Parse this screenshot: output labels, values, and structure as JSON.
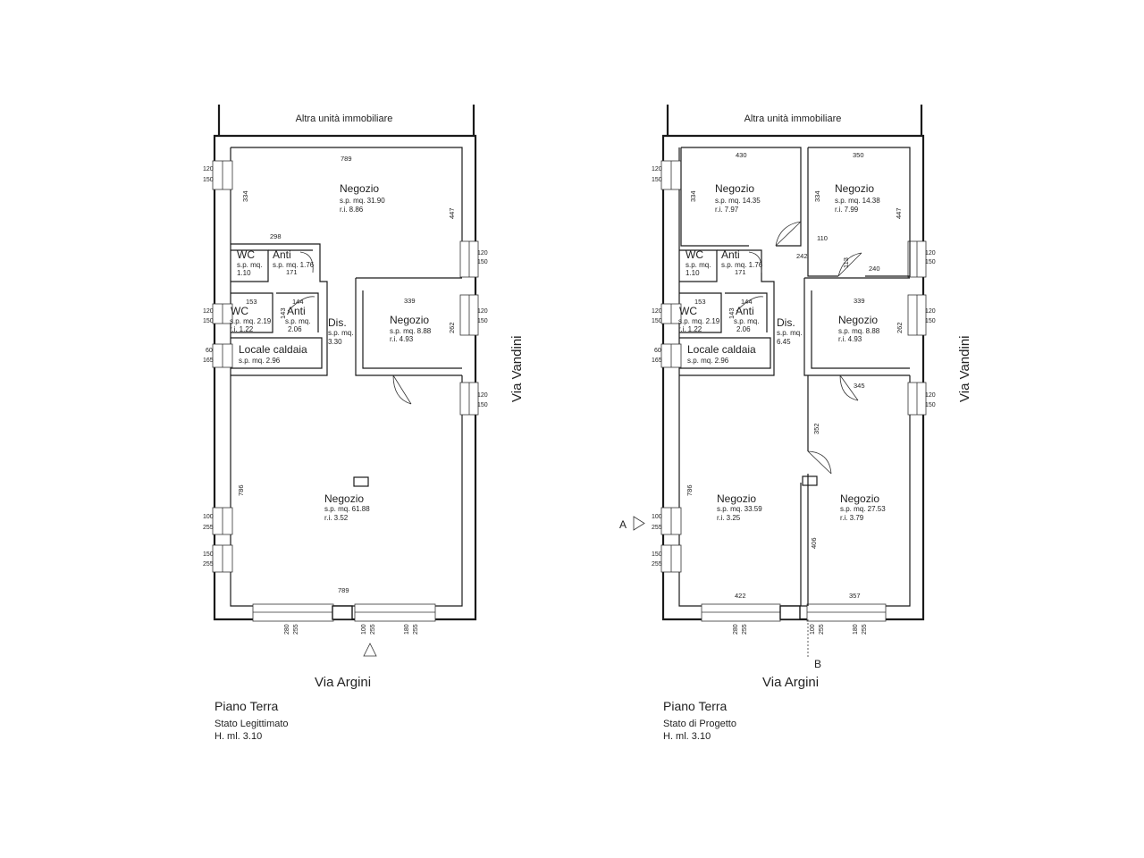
{
  "plans": [
    {
      "other_unit": "Altra unità immobiliare",
      "street_bottom": "Via Argini",
      "street_right": "Via Vandini",
      "caption": {
        "title": "Piano Terra",
        "state": "Stato Legittimato",
        "height": "H. ml. 3.10"
      },
      "rooms": [
        {
          "name": "Negozio",
          "sp": "s.p. mq. 31.90",
          "ri": "r.i. 8.86"
        },
        {
          "name": "WC",
          "sp": "s.p. mq.",
          "ri": "1.10"
        },
        {
          "name": "Anti",
          "sp": "s.p. mq. 1.76",
          "ri": ""
        },
        {
          "name": "WC",
          "sp": "s.p. mq. 2.19",
          "ri": "r.i. 1.22"
        },
        {
          "name": "Anti",
          "sp": "s.p. mq.",
          "ri": "2.06"
        },
        {
          "name": "Dis.",
          "sp": "s.p. mq.",
          "ri": "3.30"
        },
        {
          "name": "Negozio",
          "sp": "s.p. mq. 8.88",
          "ri": "r.i. 4.93"
        },
        {
          "name": "Locale caldaia",
          "sp": "s.p. mq. 2.96",
          "ri": ""
        },
        {
          "name": "Negozio",
          "sp": "s.p. mq. 61.88",
          "ri": "r.i. 3.52"
        }
      ],
      "dims": [
        "789",
        "334",
        "447",
        "298",
        "171",
        "153",
        "144",
        "143",
        "339",
        "262",
        "786",
        "789",
        "120",
        "150",
        "120",
        "150",
        "60",
        "165",
        "100",
        "255",
        "150",
        "255",
        "120",
        "150",
        "120",
        "150",
        "120",
        "150",
        "280",
        "255",
        "100",
        "255",
        "180",
        "255"
      ]
    },
    {
      "other_unit": "Altra unità immobiliare",
      "street_bottom": "Via Argini",
      "street_right": "Via Vandini",
      "caption": {
        "title": "Piano Terra",
        "state": "Stato di Progetto",
        "height": "H. ml. 3.10"
      },
      "section_a": "A",
      "section_b": "B",
      "rooms": [
        {
          "name": "Negozio",
          "sp": "s.p. mq. 14.35",
          "ri": "r.i. 7.97"
        },
        {
          "name": "Negozio",
          "sp": "s.p. mq. 14.38",
          "ri": "r.i. 7.99"
        },
        {
          "name": "WC",
          "sp": "s.p. mq.",
          "ri": "1.10"
        },
        {
          "name": "Anti",
          "sp": "s.p. mq. 1.76",
          "ri": ""
        },
        {
          "name": "WC",
          "sp": "s.p. mq. 2.19",
          "ri": "r.i. 1.22"
        },
        {
          "name": "Anti",
          "sp": "s.p. mq.",
          "ri": "2.06"
        },
        {
          "name": "Dis.",
          "sp": "s.p. mq.",
          "ri": "6.45"
        },
        {
          "name": "Negozio",
          "sp": "s.p. mq. 8.88",
          "ri": "r.i. 4.93"
        },
        {
          "name": "Locale caldaia",
          "sp": "s.p. mq. 2.96",
          "ri": ""
        },
        {
          "name": "Negozio",
          "sp": "s.p. mq. 33.59",
          "ri": "r.i. 3.25"
        },
        {
          "name": "Negozio",
          "sp": "s.p. mq. 27.53",
          "ri": "r.i. 3.79"
        }
      ],
      "dims": [
        "430",
        "350",
        "334",
        "334",
        "447",
        "110",
        "242",
        "113",
        "240",
        "171",
        "153",
        "144",
        "143",
        "339",
        "262",
        "345",
        "352",
        "786",
        "406",
        "422",
        "357",
        "120",
        "150",
        "120",
        "150",
        "60",
        "165",
        "100",
        "255",
        "150",
        "255",
        "120",
        "150",
        "120",
        "150",
        "120",
        "150",
        "280",
        "255",
        "100",
        "255",
        "180",
        "255"
      ]
    }
  ]
}
